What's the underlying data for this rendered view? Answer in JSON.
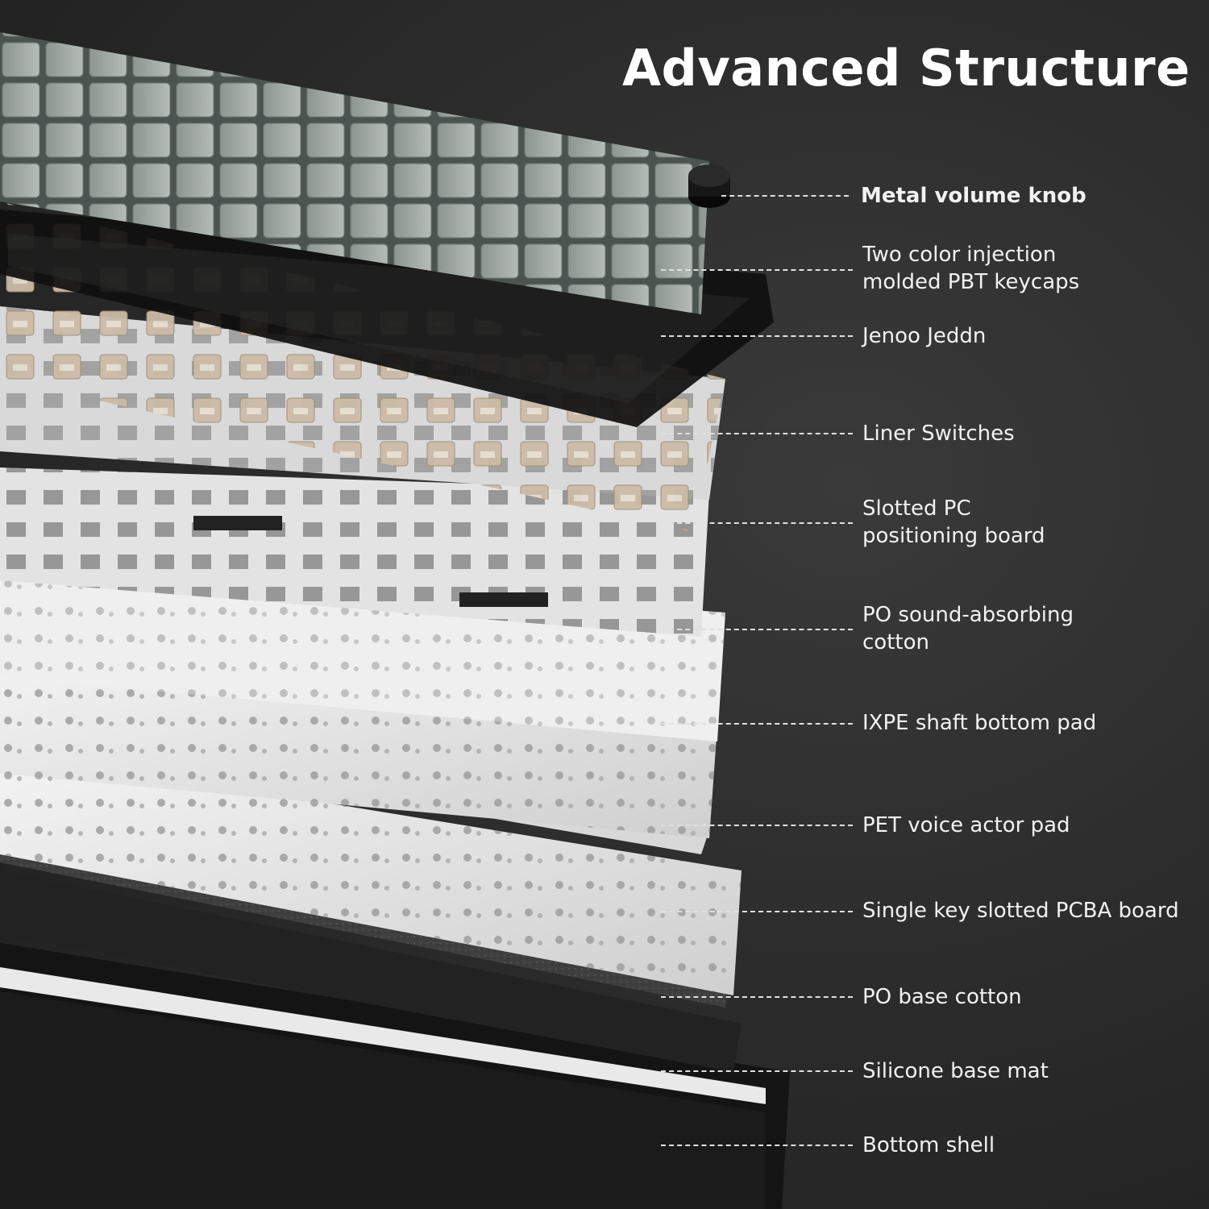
{
  "title": "Advanced Structure",
  "colors": {
    "background": "#2a2a2a",
    "text": "#ffffff",
    "keycap_light": "#a3aaa6",
    "keycap_dark": "#5c6561",
    "switch": "#c9b8a4",
    "plate": "#e8e8e8",
    "foam": "#3c3c3c",
    "shell": "#151515"
  },
  "layers": [
    {
      "id": "knob",
      "lines": [
        "Metal volume knob"
      ]
    },
    {
      "id": "keycaps",
      "lines": [
        "Two color injection",
        "molded PBT keycaps"
      ]
    },
    {
      "id": "frame",
      "lines": [
        "Jenoo Jeddn"
      ]
    },
    {
      "id": "switches",
      "lines": [
        "Liner Switches"
      ]
    },
    {
      "id": "positioning-board",
      "lines": [
        "Slotted PC",
        "positioning board"
      ]
    },
    {
      "id": "sound-cotton",
      "lines": [
        "PO sound-absorbing",
        "cotton"
      ]
    },
    {
      "id": "ixpe-pad",
      "lines": [
        "IXPE shaft bottom pad"
      ]
    },
    {
      "id": "pet-pad",
      "lines": [
        "PET voice actor pad"
      ]
    },
    {
      "id": "pcba",
      "lines": [
        "Single key slotted PCBA board"
      ]
    },
    {
      "id": "base-cotton",
      "lines": [
        "PO base cotton"
      ]
    },
    {
      "id": "silicone-mat",
      "lines": [
        "Silicone base mat"
      ]
    },
    {
      "id": "bottom-shell",
      "lines": [
        "Bottom shell"
      ]
    }
  ]
}
